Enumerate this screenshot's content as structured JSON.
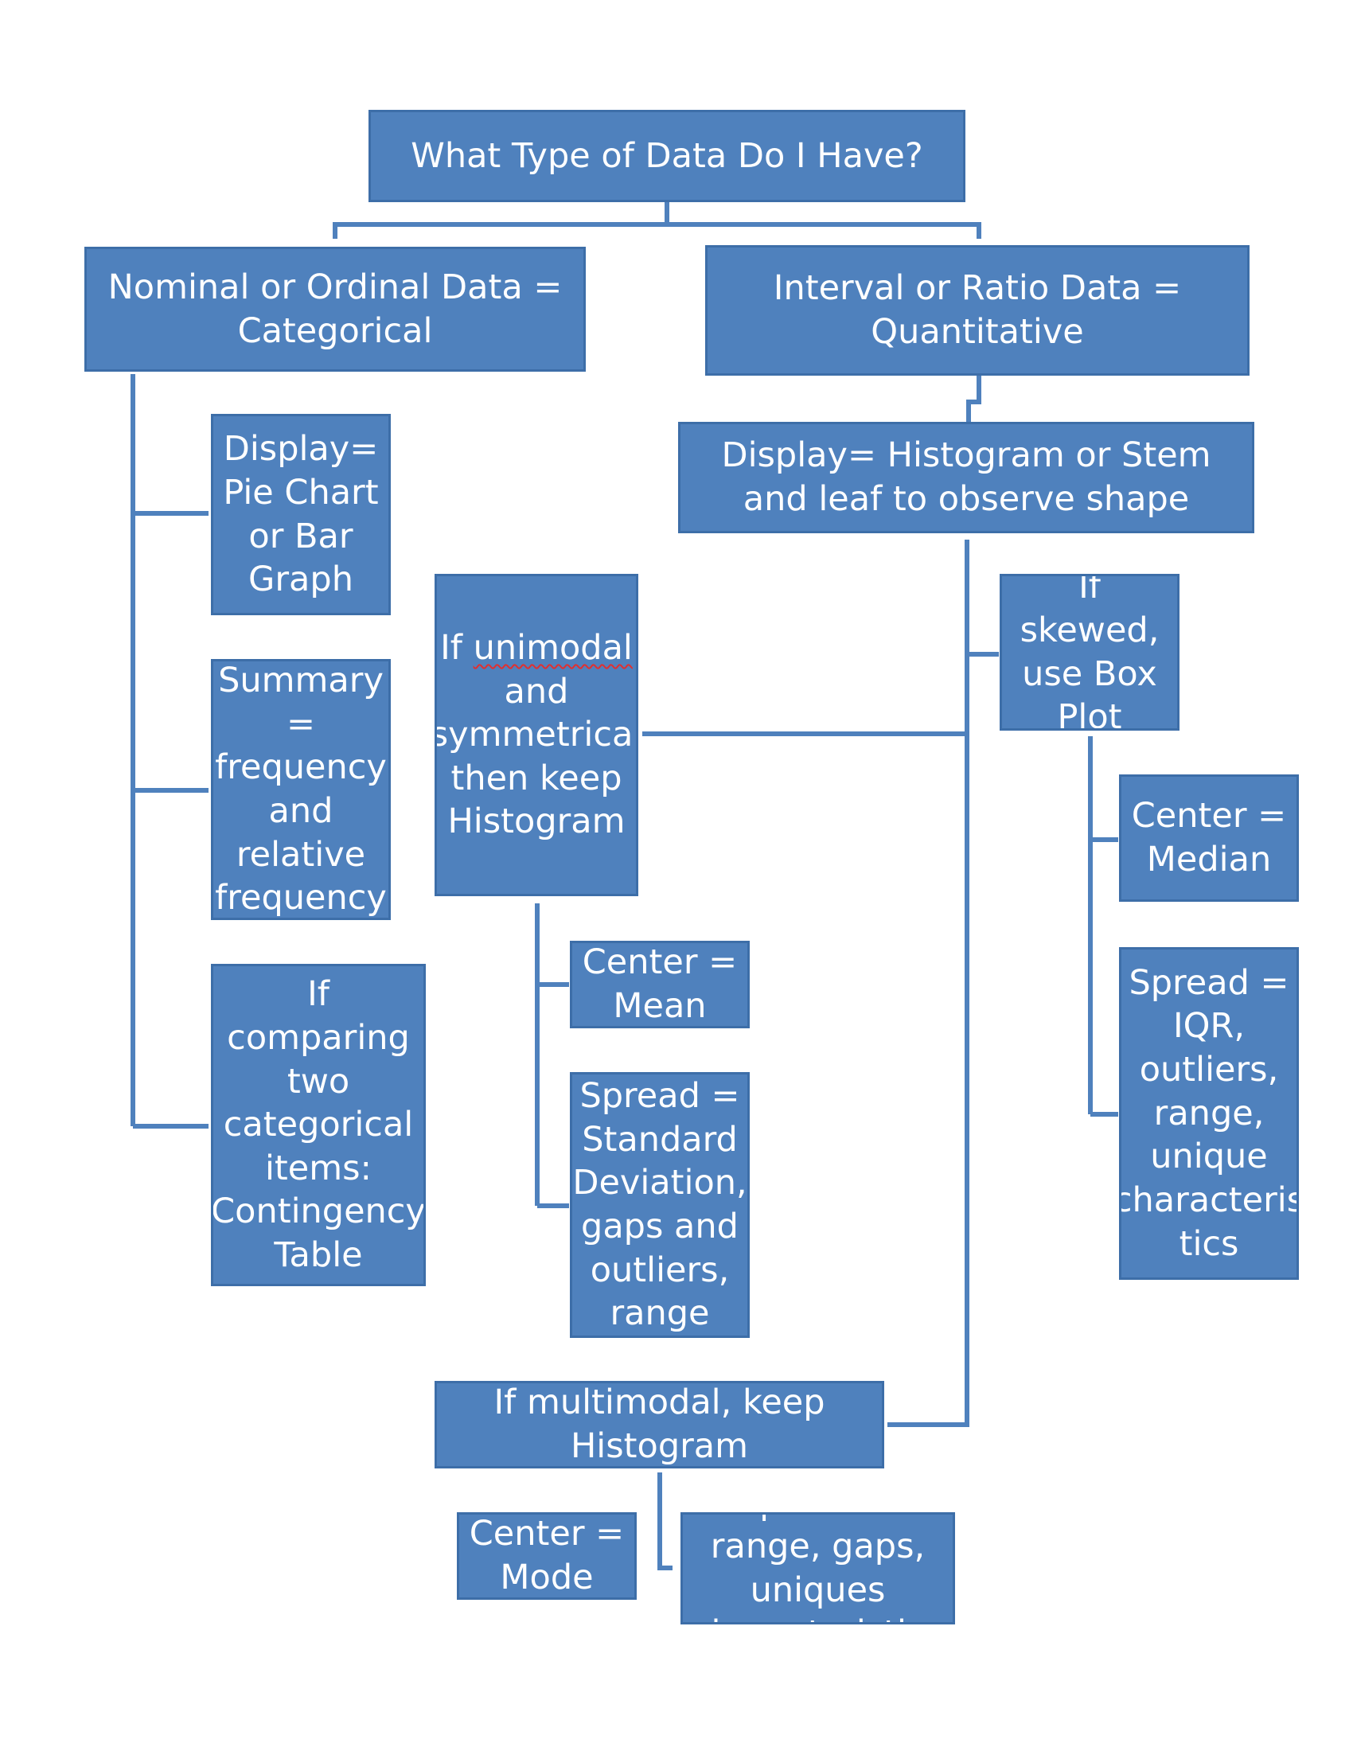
{
  "colors": {
    "box_fill": "#4f81bd",
    "box_border": "#3d6ea8",
    "connector": "#4f81bd",
    "text": "#ffffff",
    "spellcheck": "#e03030"
  },
  "nodes": {
    "root": "What Type of Data Do I Have?",
    "categorical": "Nominal or Ordinal Data = Categorical",
    "quantitative": "Interval or Ratio Data = Quantitative",
    "cat_display": "Display= Pie Chart or Bar Graph",
    "cat_summary": "Summary = frequency and relative frequency",
    "cat_compare": "If comparing two categorical items: Contingency Table",
    "quant_display": "Display= Histogram or Stem and leaf to observe shape",
    "unimodal": {
      "pre": "If ",
      "underlined": "unimodal",
      "post": " and symmetrical then keep Histogram"
    },
    "uni_center": "Center = Mean",
    "uni_spread": "Spread = Standard Deviation, gaps and outliers, range",
    "skewed": "If skewed, use Box Plot",
    "skew_center": "Center = Median",
    "skew_spread": "Spread = IQR, outliers, range, unique characteris tics",
    "multimodal": "If multimodal, keep Histogram",
    "multi_center": "Center = Mode",
    "multi_spread": "Spread = range, gaps, uniques characteristics"
  }
}
